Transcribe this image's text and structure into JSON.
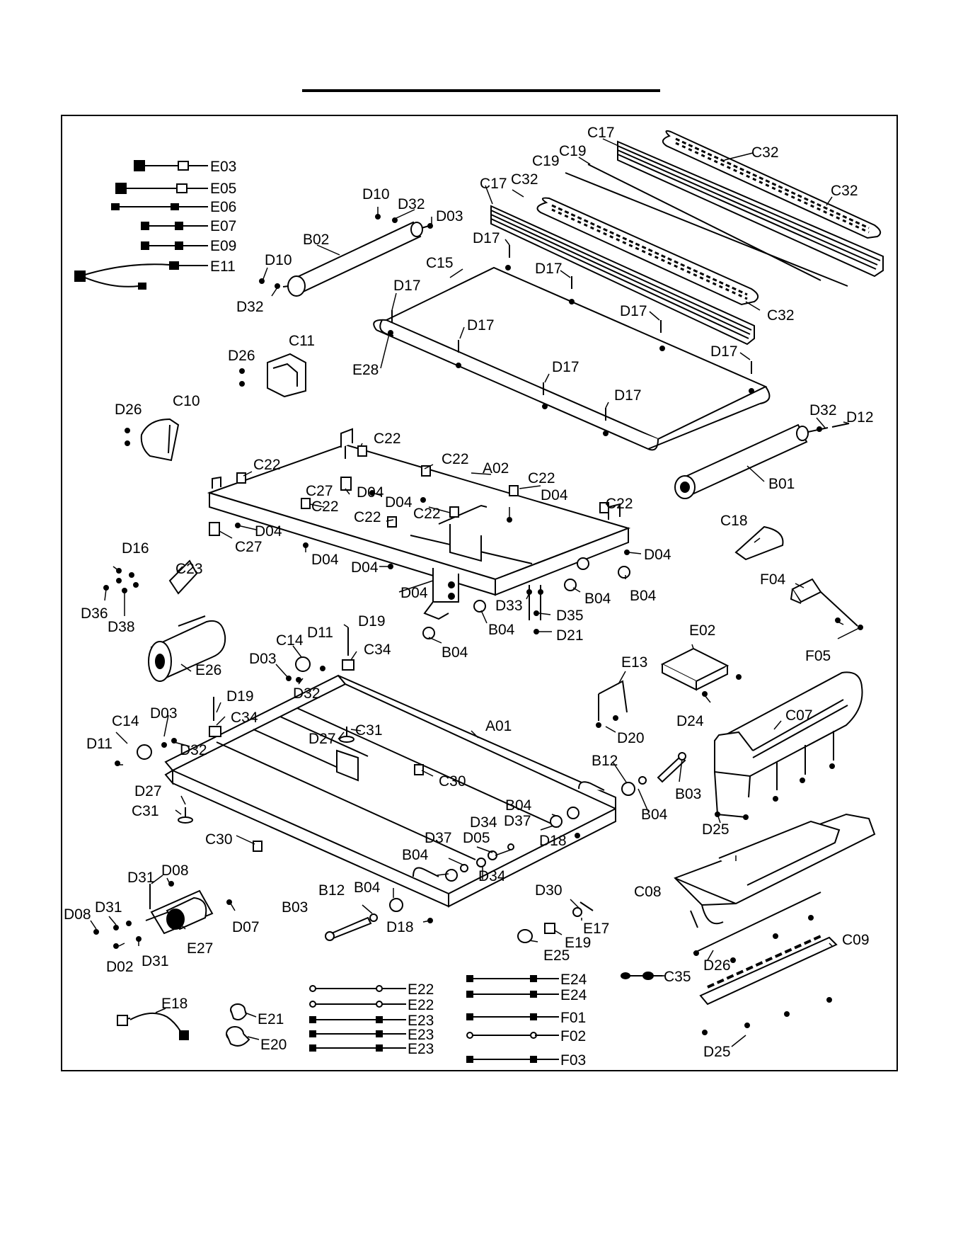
{
  "labels": {
    "E03": "E03",
    "E05": "E05",
    "E06": "E06",
    "E07": "E07",
    "E09": "E09",
    "E11": "E11",
    "D10": "D10",
    "D32": "D32",
    "D03": "D03",
    "B02": "B02",
    "D26": "D26",
    "C11": "C11",
    "C10": "C10",
    "C17": "C17",
    "C19": "C19",
    "C32": "C32",
    "D17": "D17",
    "C15": "C15",
    "E28": "E28",
    "D12": "D12",
    "B01": "B01",
    "C22": "C22",
    "C27": "C27",
    "D04": "D04",
    "A02": "A02",
    "C18": "C18",
    "F04": "F04",
    "F05": "F05",
    "B04": "B04",
    "D33": "D33",
    "D35": "D35",
    "D21": "D21",
    "D16": "D16",
    "C23": "C23",
    "D36": "D36",
    "D38": "D38",
    "E26": "E26",
    "C14": "C14",
    "D11": "D11",
    "D19": "D19",
    "C34": "C34",
    "E02": "E02",
    "E13": "E13",
    "D20": "D20",
    "D24": "D24",
    "C07": "C07",
    "D27": "D27",
    "C31": "C31",
    "A01": "A01",
    "C30": "C30",
    "B12": "B12",
    "B03": "B03",
    "D18": "D18",
    "D25": "D25",
    "D34": "D34",
    "D37": "D37",
    "D05": "D05",
    "C08": "C08",
    "D08": "D08",
    "D31": "D31",
    "D07": "D07",
    "D02": "D02",
    "E27": "E27",
    "D30": "D30",
    "E17": "E17",
    "E19": "E19",
    "E25": "E25",
    "C09": "C09",
    "C35": "C35",
    "E22": "E22",
    "E23": "E23",
    "E24": "E24",
    "F01": "F01",
    "F02": "F02",
    "F03": "F03",
    "E18": "E18",
    "E21": "E21",
    "E20": "E20"
  }
}
